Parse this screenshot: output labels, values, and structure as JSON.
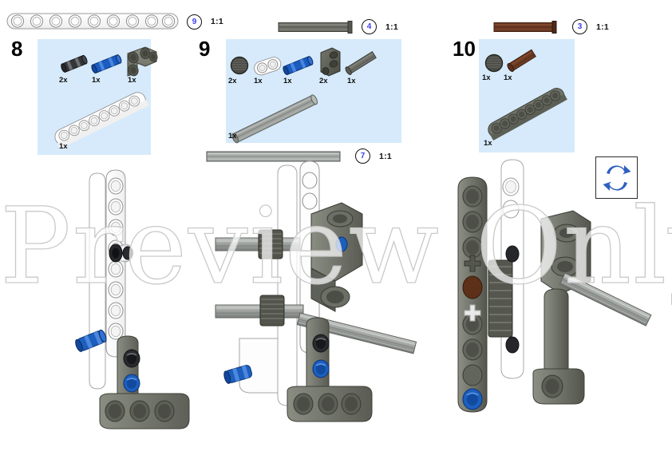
{
  "page": {
    "watermark": "Preview Only",
    "background": "#ffffff",
    "panel_color": "#d6eafb"
  },
  "scale_refs": [
    {
      "name": "beam-9-white",
      "badge": "9",
      "ratio": "1:1",
      "part": "liftarm-9-hole",
      "color": "#f7f7f7"
    },
    {
      "name": "axle-4-dark-gray",
      "badge": "4",
      "ratio": "1:1",
      "part": "axle",
      "color": "#6d6e66"
    },
    {
      "name": "axle-7-light-gray",
      "badge": "7",
      "ratio": "1:1",
      "part": "axle",
      "color": "#a3a7a6"
    },
    {
      "name": "axle-3-brown",
      "badge": "3",
      "ratio": "1:1",
      "part": "axle",
      "color": "#6b3a22"
    }
  ],
  "steps": [
    {
      "number": "8",
      "parts": [
        {
          "name": "pin-black",
          "qty": "2x",
          "color": "#3b3b3f"
        },
        {
          "name": "pin-blue",
          "qty": "1x",
          "color": "#1c5fbe"
        },
        {
          "name": "liftarm-t-dark-gray",
          "qty": "1x",
          "color": "#7a7d72"
        },
        {
          "name": "liftarm-9-white",
          "qty": "1x",
          "color": "#fdfdfd"
        }
      ]
    },
    {
      "number": "9",
      "parts": [
        {
          "name": "gear-8-tooth-dark-gray",
          "qty": "2x",
          "color": "#4c4c48"
        },
        {
          "name": "liftarm-2-hole-white",
          "qty": "1x",
          "color": "#fdfdfd"
        },
        {
          "name": "pin-blue",
          "qty": "1x",
          "color": "#1c5fbe"
        },
        {
          "name": "connector-block-dark-gray",
          "qty": "2x",
          "color": "#55564e"
        },
        {
          "name": "axle-4-dark-gray",
          "qty": "1x",
          "color": "#6d6e66"
        },
        {
          "name": "axle-7-light-gray",
          "qty": "1x",
          "color": "#9ea29f"
        }
      ]
    },
    {
      "number": "10",
      "parts": [
        {
          "name": "gear-8-tooth-dark-gray",
          "qty": "1x",
          "color": "#4c4c48"
        },
        {
          "name": "axle-3-brown",
          "qty": "1x",
          "color": "#6b3a22"
        },
        {
          "name": "liftarm-9-dark-gray",
          "qty": "1x",
          "color": "#6e6f67"
        }
      ]
    }
  ],
  "rotate_hint": {
    "name": "rotate-model-icon",
    "glyph": "refresh-arrows",
    "color": "#2f5fc0"
  },
  "assemblies": [
    {
      "name": "assembly-step-8"
    },
    {
      "name": "assembly-step-9"
    },
    {
      "name": "assembly-step-10"
    }
  ]
}
